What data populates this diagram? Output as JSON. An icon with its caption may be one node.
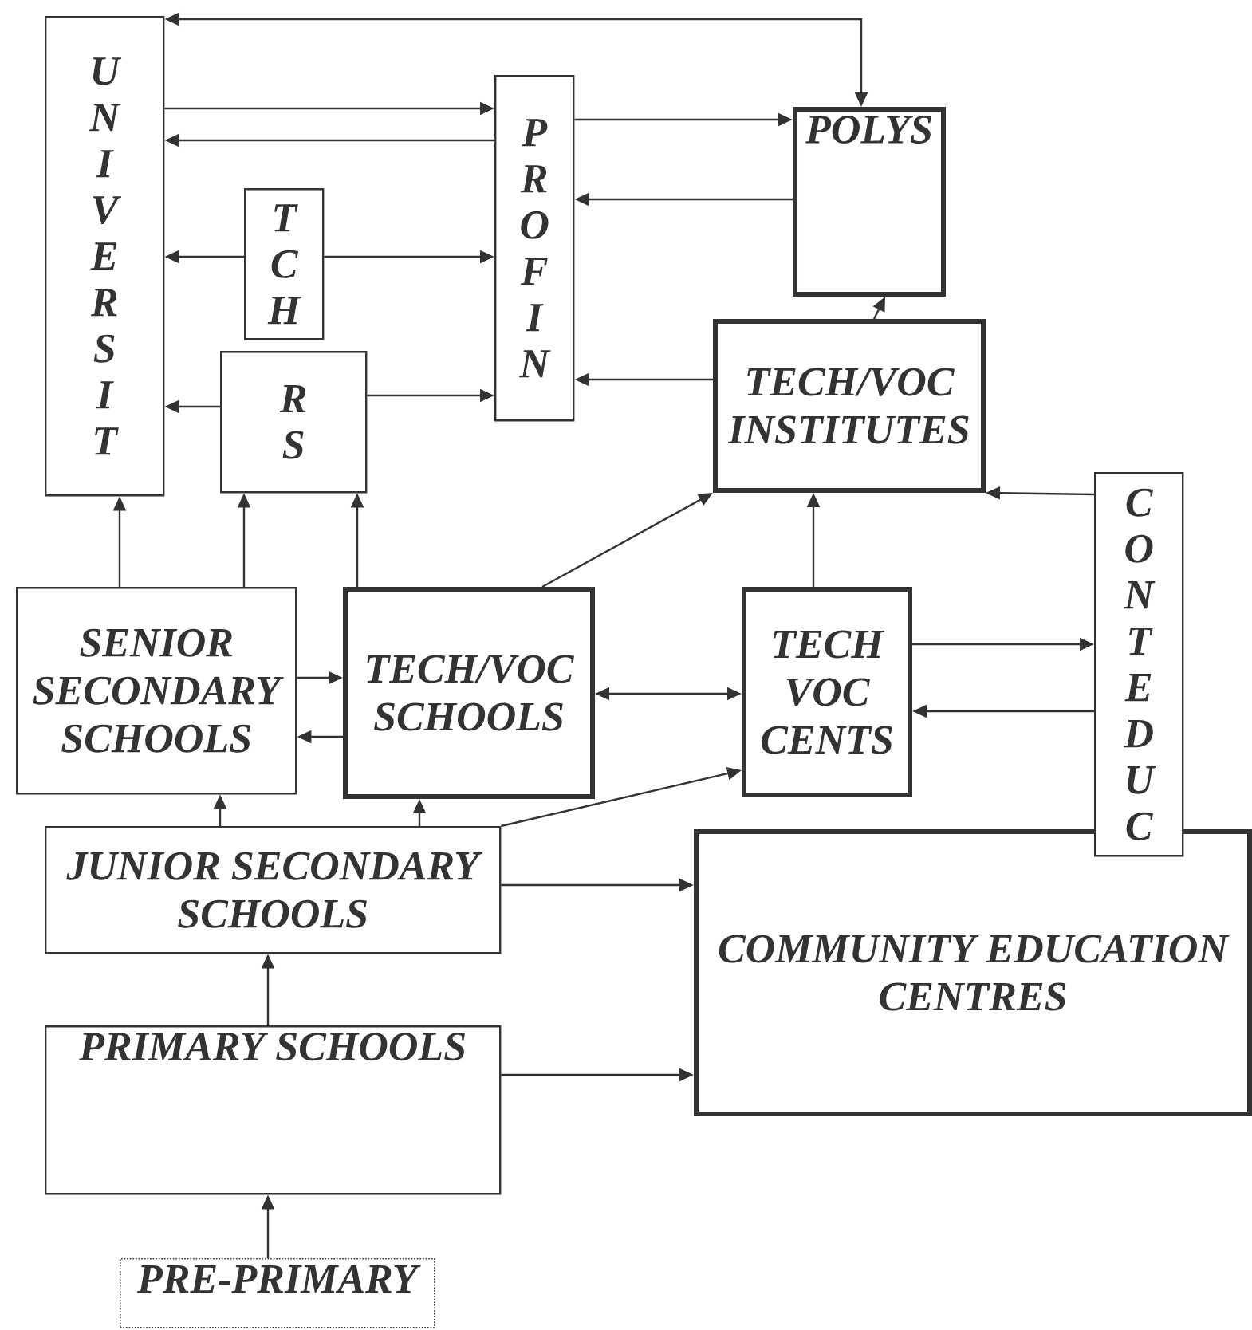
{
  "diagram": {
    "nodes": [
      {
        "text": [
          "UNIVERSIT"
        ]
      },
      {
        "text": [
          "PROF IN"
        ]
      },
      {
        "text": [
          "POLYS"
        ]
      },
      {
        "text": [
          "TCH"
        ]
      },
      {
        "text": [
          "RS"
        ]
      },
      {
        "text": [
          "TECH/VOC INSTITUTES"
        ]
      },
      {
        "text": [
          "CONTEDUC"
        ]
      },
      {
        "text": [
          "SENIOR SECONDARY SCHOOLS"
        ]
      },
      {
        "text": [
          "TECH/VOC SCHOOLS"
        ]
      },
      {
        "text": [
          "TECH VOC CENTS"
        ]
      },
      {
        "text": [
          "JUNIOR SECONDARY SCHOOLS"
        ]
      },
      {
        "text": [
          "COMMUNITY EDUCATION CENTRES"
        ]
      },
      {
        "text": [
          "PRIMARY SCHOOLS"
        ]
      },
      {
        "text": [
          "PRE-PRIMARY"
        ]
      }
    ],
    "edges": [
      {
        "from": 0,
        "to": 2,
        "arrow": "both"
      },
      {
        "from": 0,
        "to": 1,
        "arrow": "to"
      },
      {
        "from": 1,
        "to": 0,
        "arrow": "to"
      },
      {
        "from": 3,
        "to": 0,
        "arrow": "to"
      },
      {
        "from": 3,
        "to": 1,
        "arrow": "to"
      },
      {
        "from": 4,
        "to": 0,
        "arrow": "to"
      },
      {
        "from": 4,
        "to": 1,
        "arrow": "to"
      },
      {
        "from": 1,
        "to": 2,
        "arrow": "to"
      },
      {
        "from": 2,
        "to": 1,
        "arrow": "to"
      },
      {
        "from": 5,
        "to": 2,
        "arrow": "to"
      },
      {
        "from": 5,
        "to": 1,
        "arrow": "to"
      },
      {
        "from": 7,
        "to": 0,
        "arrow": "to"
      },
      {
        "from": 7,
        "to": 4,
        "arrow": "to"
      },
      {
        "from": 8,
        "to": 4,
        "arrow": "to"
      },
      {
        "from": 8,
        "to": 5,
        "arrow": "to"
      },
      {
        "from": 9,
        "to": 5,
        "arrow": "to"
      },
      {
        "from": 6,
        "to": 5,
        "arrow": "to"
      },
      {
        "from": 7,
        "to": 8,
        "arrow": "to"
      },
      {
        "from": 8,
        "to": 7,
        "arrow": "to"
      },
      {
        "from": 8,
        "to": 9,
        "arrow": "both"
      },
      {
        "from": 9,
        "to": 6,
        "arrow": "to"
      },
      {
        "from": 6,
        "to": 9,
        "arrow": "to"
      },
      {
        "from": 10,
        "to": 7,
        "arrow": "to"
      },
      {
        "from": 10,
        "to": 8,
        "arrow": "to"
      },
      {
        "from": 10,
        "to": 9,
        "arrow": "to"
      },
      {
        "from": 10,
        "to": 11,
        "arrow": "to"
      },
      {
        "from": 12,
        "to": 10,
        "arrow": "to"
      },
      {
        "from": 12,
        "to": 11,
        "arrow": "to"
      },
      {
        "from": 13,
        "to": 12,
        "arrow": "to"
      }
    ]
  }
}
